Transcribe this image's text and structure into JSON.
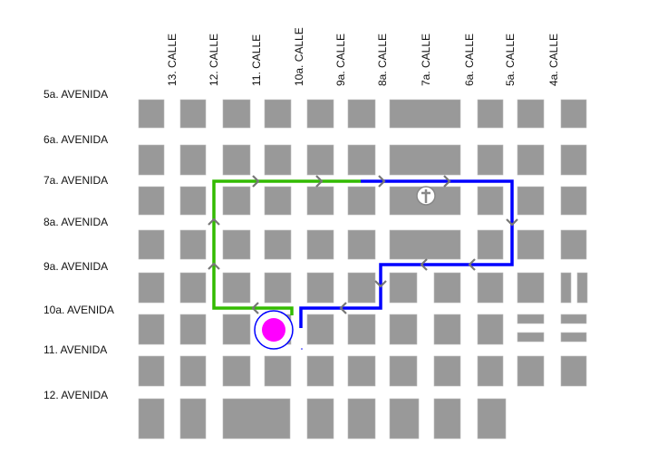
{
  "calles": [
    "13. CALLE",
    "12. CALLE",
    "11. CALLE",
    "10a. CALLE",
    "9a. CALLE",
    "8a. CALLE",
    "7a. CALLE",
    "6a. CALLE",
    "5a. CALLE",
    "4a. CALLE"
  ],
  "avenidas": [
    "5a. AVENIDA",
    "6a. AVENIDA",
    "7a. AVENIDA",
    "8a. AVENIDA",
    "9a. AVENIDA",
    "10a. AVENIDA",
    "11. AVENIDA",
    "12. AVENIDA"
  ],
  "icons": {
    "church": "church-cross-icon",
    "location": "location-marker-icon"
  },
  "colors": {
    "block": "#999999",
    "route_green": "#33bb00",
    "route_blue": "#0000ff",
    "marker": "#ff00ff",
    "marker_ring": "#0000ff"
  }
}
